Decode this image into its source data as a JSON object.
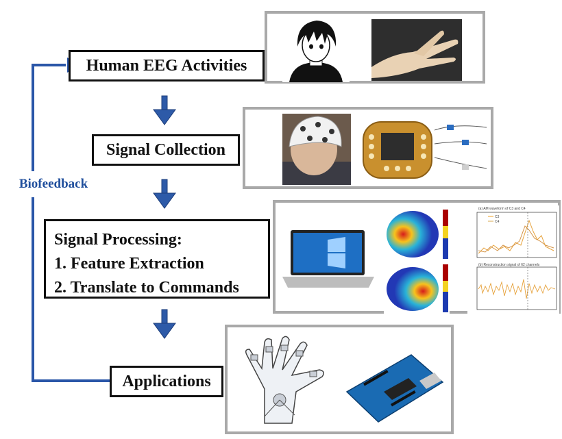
{
  "steps": {
    "eeg": "Human EEG Activities",
    "collection": "Signal Collection",
    "processing": {
      "title": "Signal Processing:",
      "items": [
        "1. Feature Extraction",
        "2. Translate to Commands"
      ]
    },
    "applications": "Applications"
  },
  "feedback_label": "Biofeedback",
  "plots": {
    "top_title": "(a) AM waveform of C3 and C4",
    "bottom_title": "(b) Reconstruction signal of 62 channels",
    "legend": [
      "C3",
      "C4"
    ]
  },
  "colors": {
    "arrow": "#1f4e9c",
    "panel_border": "#a9a9a9"
  }
}
